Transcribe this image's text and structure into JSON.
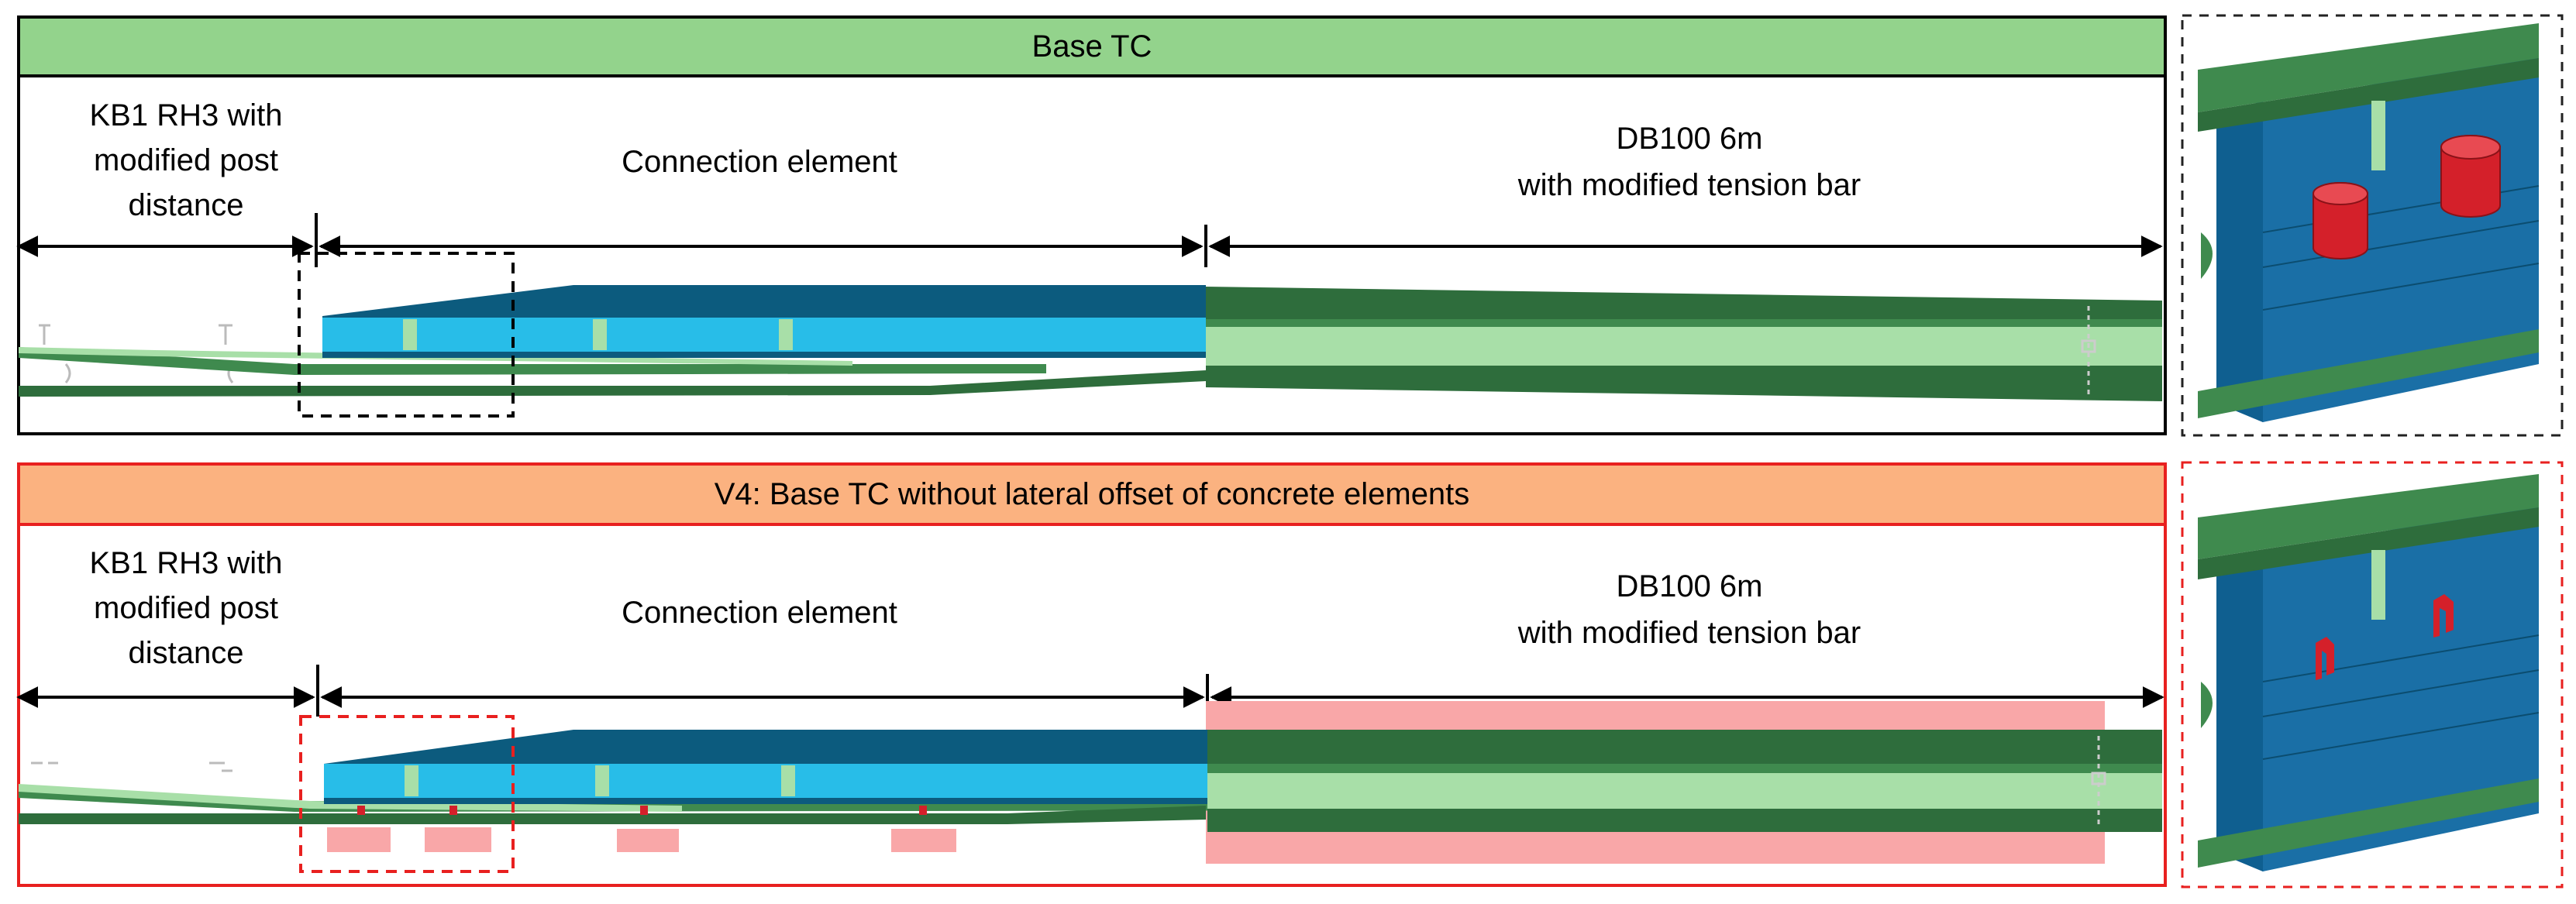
{
  "colors": {
    "header_base": "#93d38c",
    "header_v4": "#fbb280",
    "border_v4": "#e8201f",
    "green_dark": "#2e6d3c",
    "green_mid": "#3f8a4e",
    "green_light": "#a8dfa8",
    "blue_dark": "#0c5b7e",
    "blue_light": "#28bde8",
    "pink": "#f9a7a8",
    "red": "#d4202a"
  },
  "base": {
    "title": "Base TC",
    "labels": {
      "kb1": "KB1 RH3 with modified post distance",
      "connection": "Connection element",
      "db100_line1": "DB100 6m",
      "db100_line2": "with modified tension bar"
    }
  },
  "v4": {
    "title": "V4: Base TC without lateral offset of concrete elements",
    "labels": {
      "kb1": "KB1 RH3 with modified post distance",
      "connection": "Connection element",
      "db100_line1": "DB100 6m",
      "db100_line2": "with modified tension bar"
    }
  },
  "details": [
    {
      "name": "base-detail",
      "icon": "cylinder-pins-icon"
    },
    {
      "name": "v4-detail",
      "icon": "hook-pins-icon"
    }
  ]
}
